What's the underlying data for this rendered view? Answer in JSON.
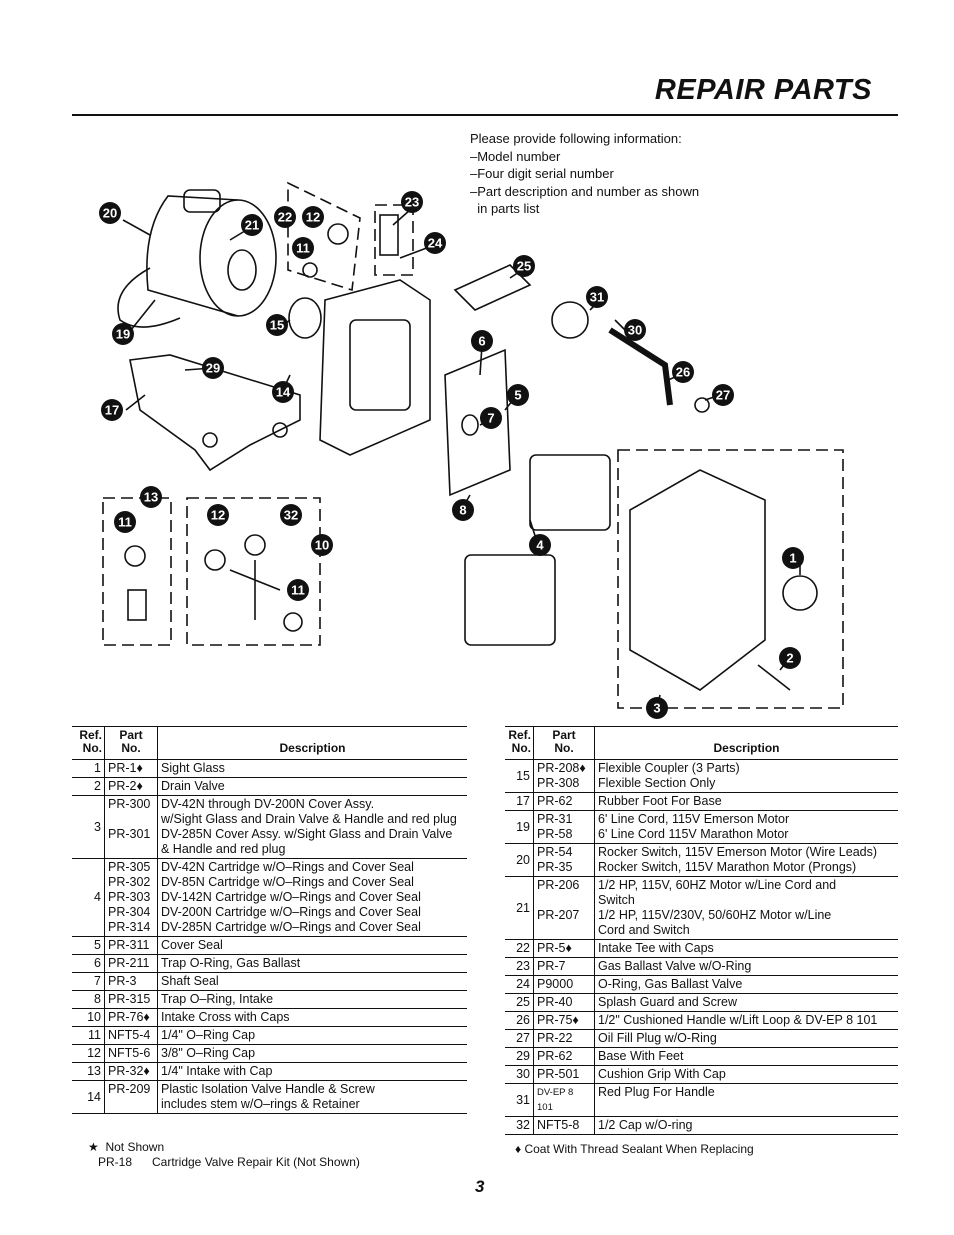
{
  "title": "REPAIR PARTS",
  "info": [
    "Please provide following information:",
    "–Model number",
    "–Four digit serial number",
    "–Part description and number as shown",
    "  in parts list"
  ],
  "callouts": [
    "1",
    "2",
    "3",
    "4",
    "5",
    "6",
    "7",
    "8",
    "10",
    "11",
    "11",
    "11",
    "12",
    "12",
    "13",
    "14",
    "15",
    "17",
    "19",
    "20",
    "21",
    "22",
    "23",
    "24",
    "25",
    "26",
    "27",
    "29",
    "30",
    "31",
    "32"
  ],
  "headers": {
    "ref": "Ref.",
    "ref2": "No.",
    "part": "Part",
    "part2": "No.",
    "desc": "Description"
  },
  "left_rows": [
    {
      "ref": "1",
      "parts": [
        "PR-1♦"
      ],
      "descs": [
        "Sight Glass"
      ]
    },
    {
      "ref": "2",
      "parts": [
        "PR-2♦"
      ],
      "descs": [
        "Drain Valve"
      ]
    },
    {
      "ref": "3",
      "parts": [
        "PR-300",
        "PR-301"
      ],
      "descs": [
        "DV-42N through DV-200N Cover Assy.\nw/Sight Glass and Drain Valve & Handle and red plug",
        "DV-285N Cover Assy. w/Sight Glass and Drain Valve\n& Handle and red plug"
      ]
    },
    {
      "ref": "4",
      "parts": [
        "PR-305",
        "PR-302",
        "PR-303",
        "PR-304",
        "PR-314"
      ],
      "descs": [
        "DV-42N Cartridge w/O–Rings and Cover Seal",
        "DV-85N Cartridge w/O–Rings and Cover Seal",
        "DV-142N Cartridge w/O–Rings and Cover Seal",
        "DV-200N Cartridge w/O–Rings and Cover Seal",
        "DV-285N Cartridge w/O–Rings and Cover Seal"
      ]
    },
    {
      "ref": "5",
      "parts": [
        "PR-311"
      ],
      "descs": [
        "Cover Seal"
      ]
    },
    {
      "ref": "6",
      "parts": [
        "PR-211"
      ],
      "descs": [
        "Trap O-Ring, Gas Ballast"
      ]
    },
    {
      "ref": "7",
      "parts": [
        "PR-3"
      ],
      "descs": [
        "Shaft Seal"
      ]
    },
    {
      "ref": "8",
      "parts": [
        "PR-315"
      ],
      "descs": [
        "Trap O–Ring, Intake"
      ]
    },
    {
      "ref": "10",
      "parts": [
        "PR-76♦"
      ],
      "descs": [
        "Intake Cross with Caps"
      ]
    },
    {
      "ref": "11",
      "parts": [
        "NFT5-4"
      ],
      "descs": [
        "1/4\" O–Ring Cap"
      ]
    },
    {
      "ref": "12",
      "parts": [
        "NFT5-6"
      ],
      "descs": [
        "3/8\" O–Ring Cap"
      ]
    },
    {
      "ref": "13",
      "parts": [
        "PR-32♦"
      ],
      "descs": [
        "1/4\" Intake with Cap"
      ]
    },
    {
      "ref": "14",
      "parts": [
        "PR-209"
      ],
      "descs": [
        "Plastic Isolation Valve Handle & Screw\nincludes stem w/O–rings & Retainer"
      ]
    }
  ],
  "right_rows": [
    {
      "ref": "15",
      "parts": [
        "PR-208♦",
        "PR-308"
      ],
      "descs": [
        "Flexible Coupler (3 Parts)",
        "Flexible Section Only"
      ]
    },
    {
      "ref": "17",
      "parts": [
        "PR-62"
      ],
      "descs": [
        "Rubber Foot For Base"
      ]
    },
    {
      "ref": "19",
      "parts": [
        "PR-31",
        "PR-58"
      ],
      "descs": [
        "6' Line Cord, 115V Emerson Motor",
        "6' Line Cord 115V Marathon Motor"
      ]
    },
    {
      "ref": "20",
      "parts": [
        "PR-54",
        "PR-35"
      ],
      "descs": [
        "Rocker Switch, 115V Emerson Motor (Wire Leads)",
        "Rocker Switch, 115V Marathon Motor (Prongs)"
      ]
    },
    {
      "ref": "21",
      "parts": [
        "PR-206",
        "PR-207"
      ],
      "descs": [
        "1/2 HP, 115V, 60HZ Motor w/Line Cord and\nSwitch",
        "1/2 HP, 115V/230V, 50/60HZ Motor w/Line\nCord and Switch"
      ]
    },
    {
      "ref": "22",
      "parts": [
        "PR-5♦"
      ],
      "descs": [
        "Intake Tee with Caps"
      ]
    },
    {
      "ref": "23",
      "parts": [
        "PR-7"
      ],
      "descs": [
        "Gas Ballast Valve w/O-Ring"
      ]
    },
    {
      "ref": "24",
      "parts": [
        "P9000"
      ],
      "descs": [
        "O-Ring, Gas Ballast Valve"
      ]
    },
    {
      "ref": "25",
      "parts": [
        "PR-40"
      ],
      "descs": [
        "Splash Guard and Screw"
      ]
    },
    {
      "ref": "26",
      "parts": [
        "PR-75♦"
      ],
      "descs": [
        "1/2\" Cushioned Handle w/Lift Loop & DV-EP 8 101"
      ]
    },
    {
      "ref": "27",
      "parts": [
        "PR-22"
      ],
      "descs": [
        "Oil Fill Plug w/O-Ring"
      ]
    },
    {
      "ref": "29",
      "parts": [
        "PR-62"
      ],
      "descs": [
        "Base With Feet"
      ]
    },
    {
      "ref": "30",
      "parts": [
        "PR-501"
      ],
      "descs": [
        "Cushion Grip With Cap"
      ]
    },
    {
      "ref": "31",
      "parts": [
        "DV-EP 8 101"
      ],
      "descs": [
        "Red Plug For Handle"
      ]
    },
    {
      "ref": "32",
      "parts": [
        "NFT5-8"
      ],
      "descs": [
        "1/2 Cap w/O-ring"
      ]
    }
  ],
  "notes_left": {
    "star": "★",
    "not_shown": "Not Shown",
    "pr18": "PR-18",
    "pr18_desc": "Cartridge Valve Repair Kit (Not Shown)"
  },
  "notes_right": "♦  Coat With Thread Sealant When Replacing",
  "page_number": "3"
}
